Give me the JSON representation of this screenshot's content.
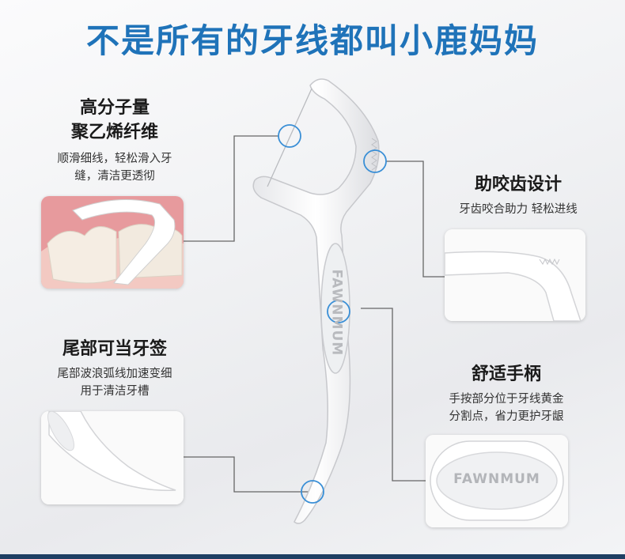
{
  "headline": "不是所有的牙线都叫小鹿妈妈",
  "brand_mark": "FAWNMUM",
  "features": {
    "fiber": {
      "title_line1": "高分子量",
      "title_line2": "聚乙烯纤维",
      "desc_line1": "顺滑细线，轻松滑入牙",
      "desc_line2": "缝，清洁更透彻"
    },
    "bite": {
      "title": "助咬齿设计",
      "desc": "牙齿咬合助力 轻松进线"
    },
    "tail": {
      "title": "尾部可当牙签",
      "desc_line1": "尾部波浪弧线加速变细",
      "desc_line2": "用于清洁牙槽"
    },
    "grip": {
      "title": "舒适手柄",
      "desc_line1": "手按部分位于牙线黄金",
      "desc_line2": "分割点，省力更护牙龈"
    }
  },
  "colors": {
    "title_blue": "#1f73b9",
    "accent_circle": "#3a8fd6",
    "bottom_bar": "#1e3f63"
  }
}
